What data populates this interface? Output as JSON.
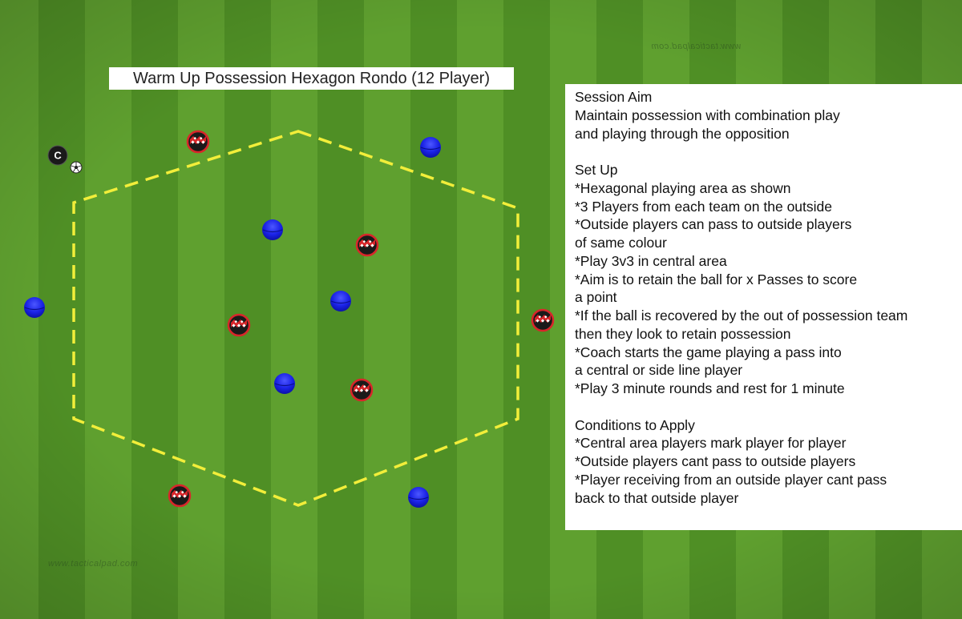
{
  "title": "Warm Up Possession Hexagon Rondo (12 Player)",
  "watermark": "www.tacticalpad.com",
  "coach": {
    "label": "C"
  },
  "colors": {
    "stripe_light": "#5fa02f",
    "stripe_dark": "#4f8f25",
    "hexagon_line": "#f2ee3a",
    "blue_team": "#1a22e6",
    "red_team": "#d8262a",
    "coach": "#1a1a1a"
  },
  "icons": {
    "ball": "soccer-ball-icon",
    "coach": "coach-marker-icon"
  },
  "session": [
    {
      "key": "aim",
      "lines": [
        "Session Aim",
        "Maintain possession with combination play",
        "and playing through the opposition"
      ]
    },
    {
      "key": "setup",
      "lines": [
        "Set Up",
        "*Hexagonal playing area as shown",
        "*3 Players from each team on the outside",
        "*Outside players can pass to outside players",
        "of same colour",
        "*Play 3v3 in central area",
        "*Aim is to retain the ball for x Passes to score",
        "a point",
        "*If the ball is recovered by the out of possession team",
        "then they look to retain possession",
        "*Coach starts the game playing a pass into",
        "a central or side line player",
        "*Play 3 minute rounds and rest for 1 minute"
      ]
    },
    {
      "key": "conditions",
      "lines": [
        "Conditions to Apply",
        "*Central area players mark player for player",
        "*Outside players cant pass to outside players",
        "*Player receiving from an outside player cant pass",
        "back to that outside player"
      ]
    }
  ]
}
